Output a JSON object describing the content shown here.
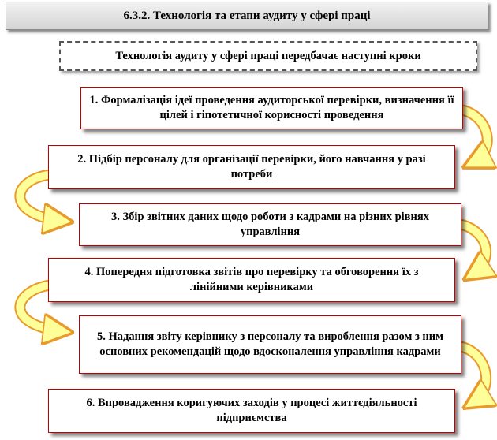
{
  "header": {
    "title": "6.3.2. Технологія та етапи аудиту у сфері праці"
  },
  "subtitle": "Технологія аудиту у сфері праці передбачає наступні кроки",
  "steps": [
    "1. Формалізація ідеї проведення аудиторської перевірки, визначення її цілей і гіпотетичної корисності проведення",
    "2. Підбір персоналу для організації перевірки, його навчання у разі потреби",
    "3. Збір звітних даних щодо роботи з кадрами на різних рівнях управління",
    "4. Попередня підготовка звітів про перевірку та обговорення їх з лінійними керівниками",
    "5. Надання звіту керівнику з персоналу  та вироблення разом з ним основних рекомендацій щодо вдосконалення управління кадрами",
    "6. Впровадження коригуючих заходів у процесі життєдіяльності підприємства"
  ],
  "colors": {
    "step_border": "#c00000",
    "arrow_fill": "#ffff99",
    "arrow_stroke": "#e89a2c"
  }
}
